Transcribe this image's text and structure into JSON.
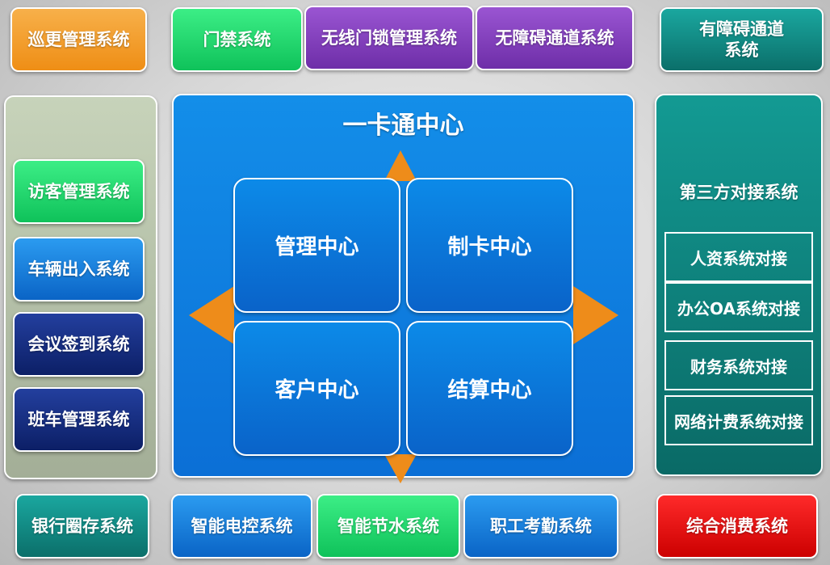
{
  "top_row": {
    "patrol": "巡更管理系统",
    "access": "门禁系统",
    "wireless_lock": "无线门锁管理系统",
    "barrier_free": "无障碍通道系统",
    "barrier": "有障碍通道\n系统"
  },
  "left_column": {
    "visitor": "访客管理系统",
    "vehicle": "车辆出入系统",
    "meeting": "会议签到系统",
    "shuttle": "班车管理系统"
  },
  "center": {
    "title": "一卡通中心",
    "management": "管理中心",
    "card_making": "制卡中心",
    "customer": "客户中心",
    "settlement": "结算中心"
  },
  "right_column": {
    "title": "第三方对接系统",
    "hr": "人资系统对接",
    "oa": "办公OA系统对接",
    "finance": "财务系统对接",
    "billing": "网络计费系统对接"
  },
  "bottom_row": {
    "bank": "银行圈存系统",
    "power": "智能电控系统",
    "water": "智能节水系统",
    "attendance": "职工考勤系统",
    "consumption": "综合消费系统"
  },
  "colors": {
    "orange": "#ef8e15",
    "green": "#0fc25a",
    "purple": "#6e2ea8",
    "teal": "#0b6f6a",
    "blue": "#0a64c6",
    "navy": "#0c1f66",
    "red": "#cc0000",
    "arrow": "#ee8c1a"
  }
}
